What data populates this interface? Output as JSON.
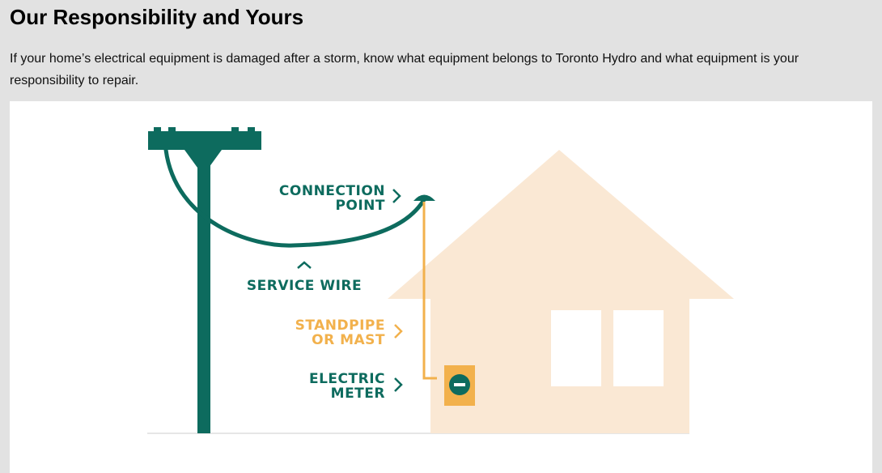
{
  "header": {
    "title": "Our Responsibility and Yours",
    "intro": "If your home’s electrical equipment is damaged after a storm, know what equipment belongs to Toronto Hydro and what equipment is your responsibility to repair."
  },
  "diagram": {
    "labels": {
      "connection_line1": "CONNECTION",
      "connection_line2": "POINT",
      "service_wire": "SERVICE WIRE",
      "standpipe_line1": "STANDPIPE",
      "standpipe_line2": "OR MAST",
      "meter_line1": "ELECTRIC",
      "meter_line2": "METER"
    },
    "colors": {
      "utility": "#0d6b5e",
      "customer": "#f2b14c",
      "house": "#fae8d4"
    }
  }
}
